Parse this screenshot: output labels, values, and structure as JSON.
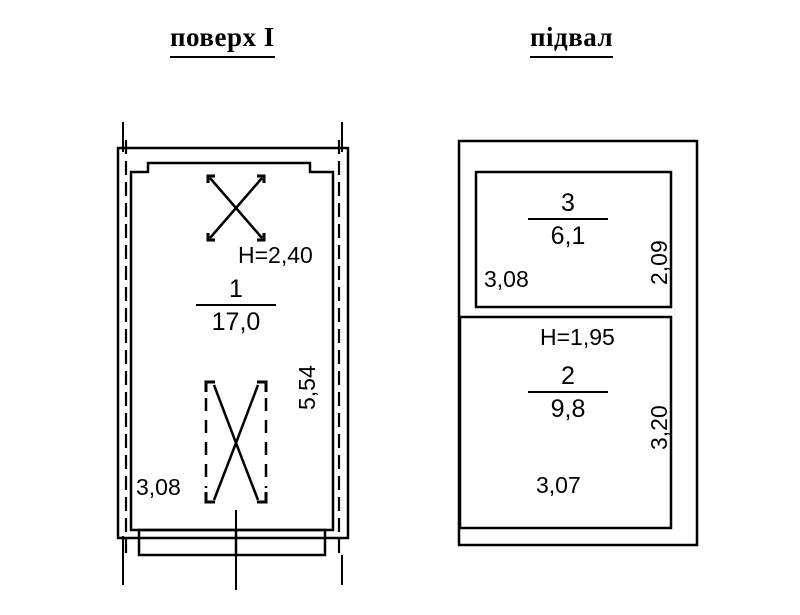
{
  "document": {
    "type": "technical-floor-plan",
    "language": "uk",
    "background_color": "#ffffff",
    "line_color": "#000000"
  },
  "plans": [
    {
      "id": "floor-1",
      "title": "поверх I",
      "height_label": "H=2,40",
      "rooms": [
        {
          "number": "1",
          "area": "17,0"
        }
      ],
      "dimensions": {
        "width": "3,08",
        "height": "5,54"
      },
      "symbols": [
        {
          "name": "skylight-hatch-symbol"
        },
        {
          "name": "stair-opening-symbol"
        }
      ]
    },
    {
      "id": "basement",
      "title": "підвал",
      "height_label": "H=1,95",
      "rooms": [
        {
          "number": "3",
          "area": "6,1",
          "width": "3,08",
          "height": "2,09"
        },
        {
          "number": "2",
          "area": "9,8",
          "width": "3,07",
          "height": "3,20"
        }
      ]
    }
  ]
}
